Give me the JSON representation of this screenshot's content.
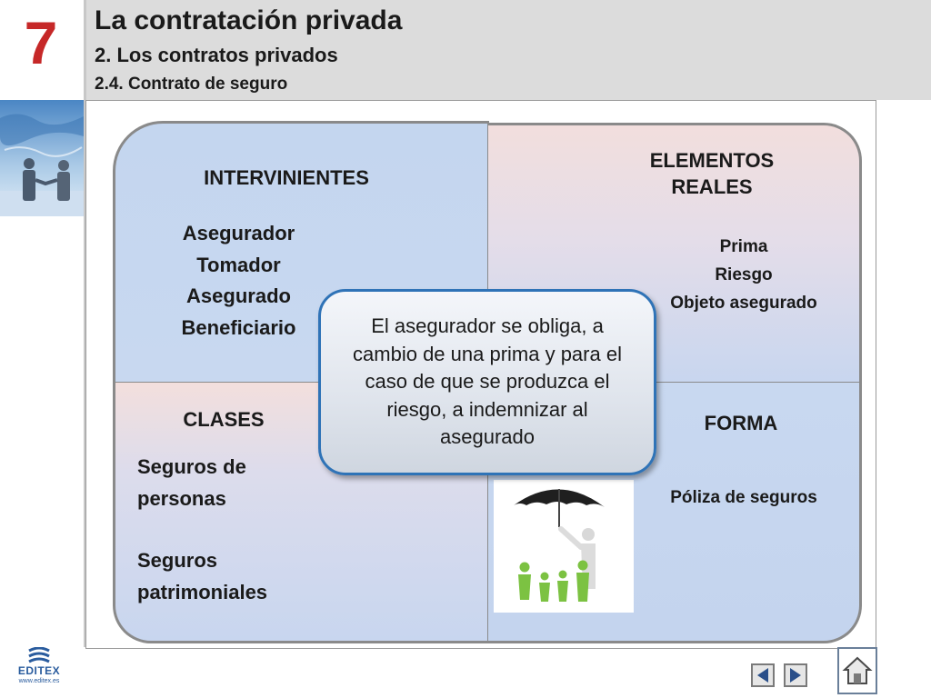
{
  "header": {
    "chapter_number": "7",
    "title": "La contratación privada",
    "subtitle": "2. Los contratos privados",
    "section": "2.4. Contrato de  seguro"
  },
  "quadrants": {
    "intervinientes": {
      "heading": "INTERVINIENTES",
      "items": [
        "Asegurador",
        "Tomador",
        "Asegurado",
        "Beneficiario"
      ]
    },
    "elementos_reales": {
      "heading_line1": "ELEMENTOS",
      "heading_line2": "REALES",
      "items": [
        "Prima",
        "Riesgo",
        "Objeto asegurado"
      ]
    },
    "clases": {
      "heading": "CLASES",
      "items": [
        "Seguros de personas",
        "Seguros patrimoniales"
      ]
    },
    "forma": {
      "heading": "FORMA",
      "items": [
        "Póliza de seguros"
      ]
    }
  },
  "center_text": "El asegurador se obliga, a cambio de una prima y para el caso de que se produzca el riesgo, a indemnizar al asegurado",
  "footer": {
    "logo_name": "EDITEX",
    "logo_url": "www.editex.es",
    "prev_icon": "triangle-left-icon",
    "next_icon": "triangle-right-icon",
    "home_icon": "house-icon"
  },
  "colors": {
    "chapter_number": "#c62828",
    "header_bg": "#dcdcdc",
    "center_border": "#2f73b7",
    "figures_green": "#7cc242",
    "logo_blue": "#2a5c9e"
  }
}
